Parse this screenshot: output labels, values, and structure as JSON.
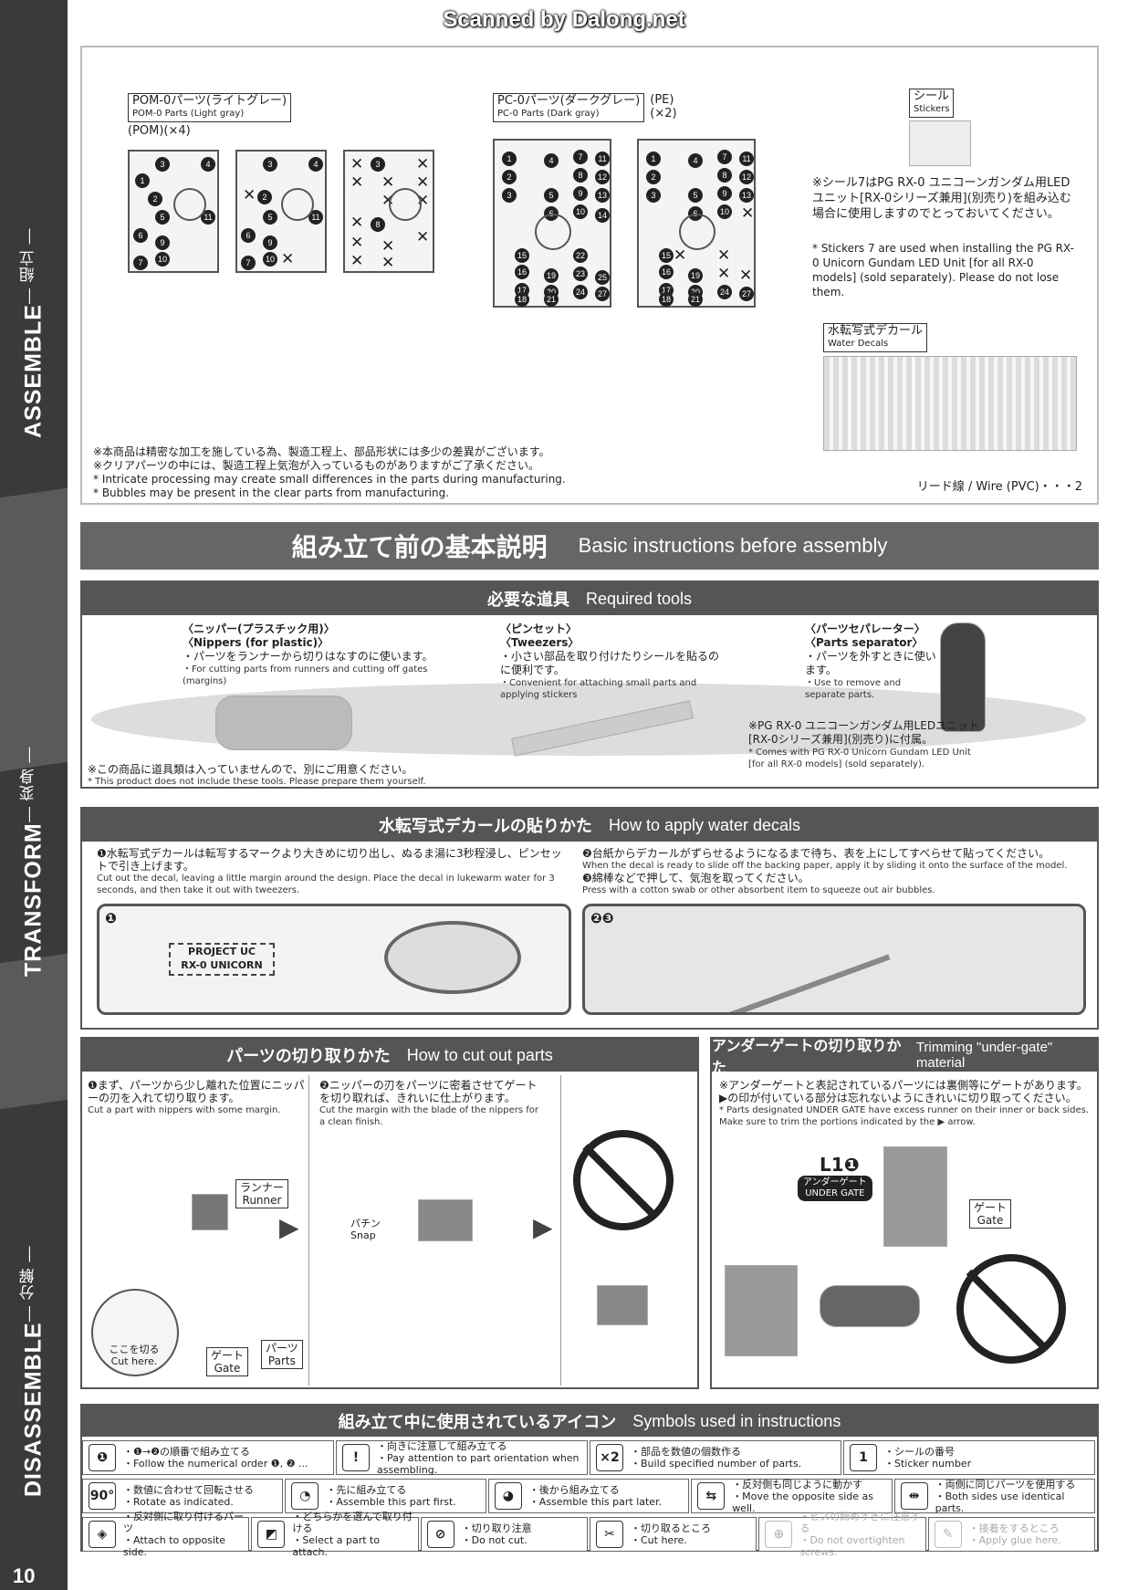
{
  "scan_credit": "Scanned by Dalong.net",
  "page_number": "10",
  "side_labels": [
    {
      "en": "ASSEMBLE",
      "jp": "— 組立 —"
    },
    {
      "en": "TRANSFORM",
      "jp": "— 変身 —"
    },
    {
      "en": "DISASSEMBLE",
      "jp": "— 分解 —"
    }
  ],
  "parts": {
    "pom_title": "POM-0パーツ(ライトグレー)",
    "pom_title_en": "POM-0 Parts (Light gray)",
    "pom_qty": "(POM)(×4)",
    "pc_title": "PC-0パーツ(ダークグレー)",
    "pc_title_en": "PC-0 Parts (Dark gray)",
    "pc_qty": "(PE)\n(×2)",
    "sticker_title": "シール",
    "sticker_title_en": "Stickers",
    "sticker_note_jp": "※シール7はPG RX-0 ユニコーンガンダム用LEDユニット[RX-0シリーズ兼用](別売り)を組み込む場合に使用しますのでとっておいてください。",
    "sticker_note_en": "* Stickers 7 are used when installing the PG RX-0 Unicorn Gundam LED Unit [for all RX-0 models] (sold separately). Please do not lose them.",
    "decal_title": "水転写式デカール",
    "decal_title_en": "Water Decals",
    "note_jp1": "※本商品は精密な加工を施している為、製造工程上、部品形状には多少の差異がございます。",
    "note_jp2": "※クリアパーツの中には、製造工程上気泡が入っているものがありますがご了承ください。",
    "note_en1": "* Intricate processing may create small differences in the parts during manufacturing.",
    "note_en2": "* Bubbles may be present in the clear parts from manufacturing.",
    "wire": "リード線 / Wire (PVC)・・・2"
  },
  "basic": {
    "title_jp": "組み立て前の基本説明",
    "title_en": "Basic instructions before assembly",
    "tools_title_jp": "必要な道具",
    "tools_title_en": "Required tools",
    "nippers_jp": "〈ニッパー(プラスチック用)〉",
    "nippers_en": "〈Nippers (for plastic)〉",
    "nippers_desc_jp": "・パーツをランナーから切りはなすのに使います。",
    "nippers_desc_en": "・For cutting parts from runners and cutting off gates (margins)",
    "tweezers_jp": "〈ピンセット〉",
    "tweezers_en": "〈Tweezers〉",
    "tweezers_desc_jp": "・小さい部品を取り付けたりシールを貼るのに便利です。",
    "tweezers_desc_en": "・Convenient for attaching small parts and applying stickers",
    "separator_jp": "〈パーツセパレーター〉",
    "separator_en": "〈Parts separator〉",
    "separator_desc_jp": "・パーツを外すときに使います。",
    "separator_desc_en": "・Use to remove and separate parts.",
    "led_note_jp": "※PG RX-0 ユニコーンガンダム用LEDユニット[RX-0シリーズ兼用](別売り)に付属。",
    "led_note_en": "* Comes with PG RX-0 Unicorn Gundam LED Unit [for all RX-0 models] (sold separately).",
    "tools_note_jp": "※この商品に道具類は入っていませんので、別にご用意ください。",
    "tools_note_en": "* This product does not include these tools. Please prepare them yourself."
  },
  "decal": {
    "title_jp": "水転写式デカールの貼りかた",
    "title_en": "How to apply water decals",
    "step1_jp": "❶水転写式デカールは転写するマークより大きめに切り出し、ぬるま湯に3秒程浸し、ピンセットで引き上げます。",
    "step1_en": "Cut out the decal, leaving a little margin around the design. Place the decal in lukewarm water for 3 seconds, and then take it out with tweezers.",
    "step2_jp": "❷台紙からデカールがずらせるようになるまで待ち、表を上にしてすべらせて貼ってください。",
    "step2_en": "When the decal is ready to slide off the backing paper, apply it by sliding it onto the surface of the model.",
    "step3_jp": "❸綿棒などで押して、気泡を取ってください。",
    "step3_en": "Press with a cotton swab or other absorbent item to squeeze out air bubbles.",
    "label1": "❶",
    "label23": "❷❸",
    "decal_text1": "PROJECT UC",
    "decal_text2": "RX-0 UNICORN"
  },
  "cut": {
    "title_jp": "パーツの切り取りかた",
    "title_en": "How to cut out parts",
    "step1_jp": "❶まず、パーツから少し離れた位置にニッパーの刃を入れて切り取ります。",
    "step1_en": "Cut a part with nippers with some margin.",
    "step2_jp": "❷ニッパーの刃をパーツに密着させてゲートを切り取れば、きれいに仕上がります。",
    "step2_en": "Cut the margin with the blade of the nippers for a clean finish.",
    "runner_jp": "ランナー",
    "runner_en": "Runner",
    "gate_jp": "ゲート",
    "gate_en": "Gate",
    "parts_jp": "パーツ",
    "parts_en": "Parts",
    "cut_here_jp": "ここを切る",
    "cut_here_en": "Cut here.",
    "snap_jp": "パチン",
    "snap_en": "Snap"
  },
  "undergate": {
    "title_jp": "アンダーゲートの切り取りかた",
    "title_en": "Trimming \"under-gate\" material",
    "desc_jp": "※アンダーゲートと表記されているパーツには裏側等にゲートがあります。▶の印が付いている部分は忘れないようにきれいに切り取ってください。",
    "desc_en": "* Parts designated UNDER GATE have excess runner on their inner or back sides. Make sure to trim the portions indicated by the ▶ arrow.",
    "part_label": "L1❶",
    "badge_jp": "アンダーゲート",
    "badge_en": "UNDER GATE",
    "gate_jp": "ゲート",
    "gate_en": "Gate"
  },
  "symbols": {
    "title_jp": "組み立て中に使用されているアイコン",
    "title_en": "Symbols used in instructions",
    "items": [
      {
        "icon": "❶",
        "jp": "・❶→❷の順番で組み立てる",
        "en": "・Follow the numerical order ❶, ❷ ..."
      },
      {
        "icon": "!",
        "jp": "・向きに注意して組み立てる",
        "en": "・Pay attention to part orientation when assembling."
      },
      {
        "icon": "×2",
        "jp": "・部品を数値の個数作る",
        "en": "・Build specified number of parts."
      },
      {
        "icon": "1",
        "jp": "・シールの番号",
        "en": "・Sticker number"
      },
      {
        "icon": "90°",
        "jp": "・数値に合わせて回転させる",
        "en": "・Rotate as indicated."
      },
      {
        "icon": "◔",
        "jp": "・先に組み立てる",
        "en": "・Assemble this part first."
      },
      {
        "icon": "◕",
        "jp": "・後から組み立てる",
        "en": "・Assemble this part later."
      },
      {
        "icon": "⇆",
        "jp": "・反対側も同じように動かす",
        "en": "・Move the opposite side as well."
      },
      {
        "icon": "⇹",
        "jp": "・両側に同じパーツを使用する",
        "en": "・Both sides use identical parts."
      },
      {
        "icon": "◈",
        "jp": "・反対側に取り付けるパーツ",
        "en": "・Attach to opposite side."
      },
      {
        "icon": "◩",
        "jp": "・どちらかを選んで取り付ける",
        "en": "・Select a part to attach."
      },
      {
        "icon": "⊘",
        "jp": "・切り取り注意",
        "en": "・Do not cut."
      },
      {
        "icon": "✂",
        "jp": "・切り取るところ",
        "en": "・Cut here."
      },
      {
        "icon": "⊕",
        "jp": "・ビスの締めすぎに注意する",
        "en": "・Do not overtighten screws."
      },
      {
        "icon": "✎",
        "jp": "・接着をするところ",
        "en": "・Apply glue here."
      }
    ]
  }
}
